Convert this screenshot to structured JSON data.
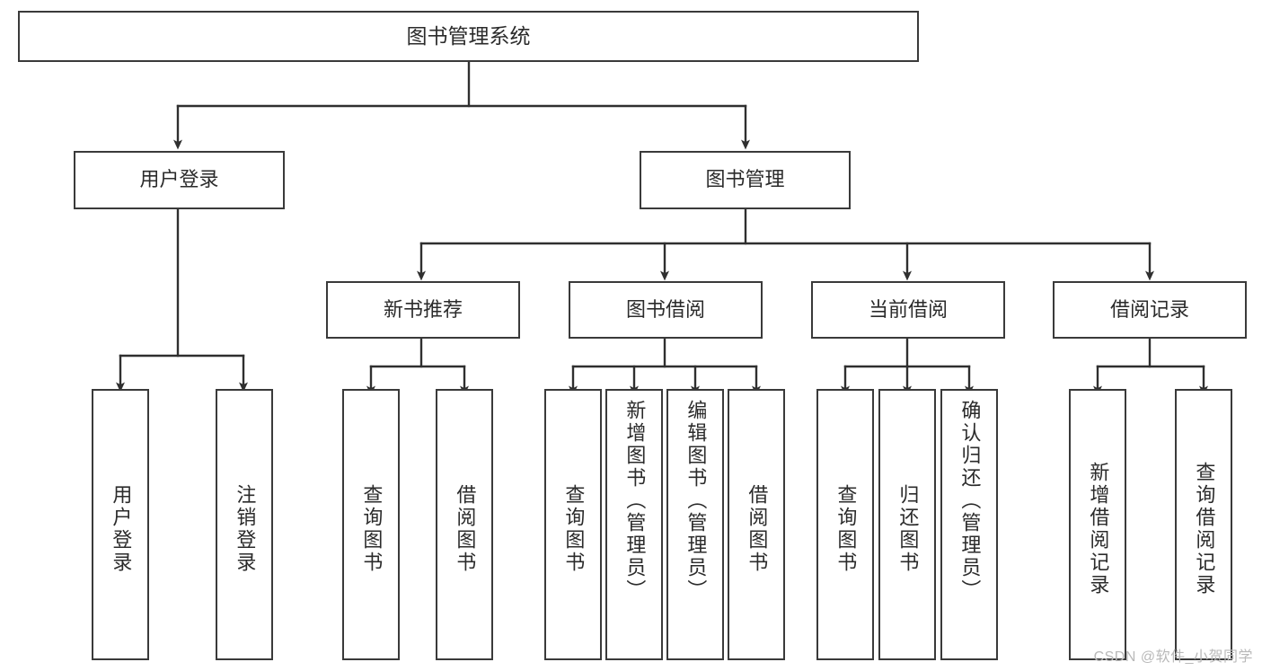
{
  "diagram": {
    "title": "图书管理系统",
    "watermark": "CSDN @软件_小贺同学",
    "root": {
      "label": "图书管理系统"
    },
    "level2": [
      {
        "label": "用户登录"
      },
      {
        "label": "图书管理"
      }
    ],
    "level3": [
      {
        "label": "新书推荐"
      },
      {
        "label": "图书借阅"
      },
      {
        "label": "当前借阅"
      },
      {
        "label": "借阅记录"
      }
    ],
    "leaves": {
      "user_login": [
        {
          "label": "用户登录"
        },
        {
          "label": "注销登录"
        }
      ],
      "new_book": [
        {
          "label": "查询图书"
        },
        {
          "label": "借阅图书"
        }
      ],
      "book_borrow": [
        {
          "label": "查询图书"
        },
        {
          "label": "新增图书（管理员）"
        },
        {
          "label": "编辑图书（管理员）"
        },
        {
          "label": "借阅图书"
        }
      ],
      "current_borrow": [
        {
          "label": "查询图书"
        },
        {
          "label": "归还图书"
        },
        {
          "label": "确认归还（管理员）"
        }
      ],
      "borrow_record": [
        {
          "label": "新增借阅记录"
        },
        {
          "label": "查询借阅记录"
        }
      ]
    },
    "colors": {
      "stroke": "#3a3a3a",
      "text": "#2b2b2b",
      "background": "#ffffff",
      "watermark": "#b9b9b9"
    }
  }
}
